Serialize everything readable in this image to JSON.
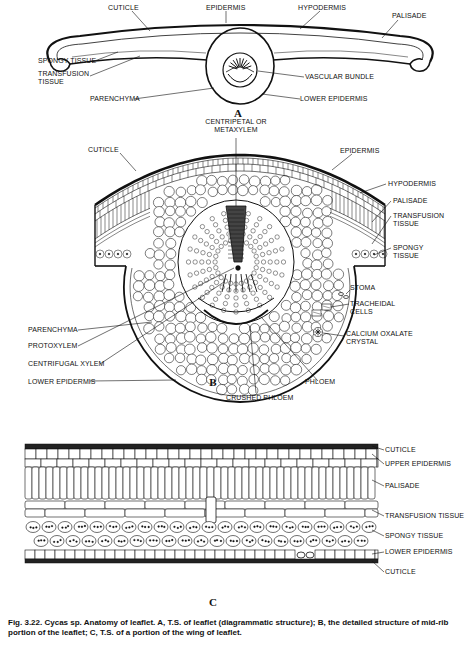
{
  "diagram": {
    "caption": "Fig. 3.22. Cycas sp. Anatomy of leaflet. A, T.S. of leaflet (diagrammatic structure); B, the detailed structure of mid-rib portion of the leaflet; C, T.S. of a portion of the wing of leaflet.",
    "labels": [
      "CUTICLE",
      "EPIDERMIS",
      "HYPODERMIS",
      "PALISADE",
      "SPONGY TISSUE",
      "TRANSFUSION TISSUE",
      "VASCULAR BUNDLE",
      "PARENCHYMA",
      "LOWER EPIDERMIS",
      "A",
      "CENTRIPETAL OR METAXYLEM",
      "CUTICLE",
      "EPIDERMIS",
      "HYPODERMIS",
      "PALISADE",
      "TRANSFUSION TISSUE",
      "SPONGY TISSUE",
      "STOMA",
      "PARENCHYMA",
      "PROTOXYLEM",
      "TRACHEIDAL CELLS",
      "CENTRIFUGAL XYLEM",
      "CALCIUM OXALATE CRYSTAL",
      "LOWER EPIDERMIS",
      "PHLOEM",
      "CRUSHED PHLOEM",
      "B",
      "CUTICLE",
      "UPPER EPIDERMIS",
      "PALISADE",
      "TRANSFUSION TISSUE",
      "SPONGY TISSUE",
      "LOWER EPIDERMIS",
      "CUTICLE",
      "C"
    ]
  }
}
